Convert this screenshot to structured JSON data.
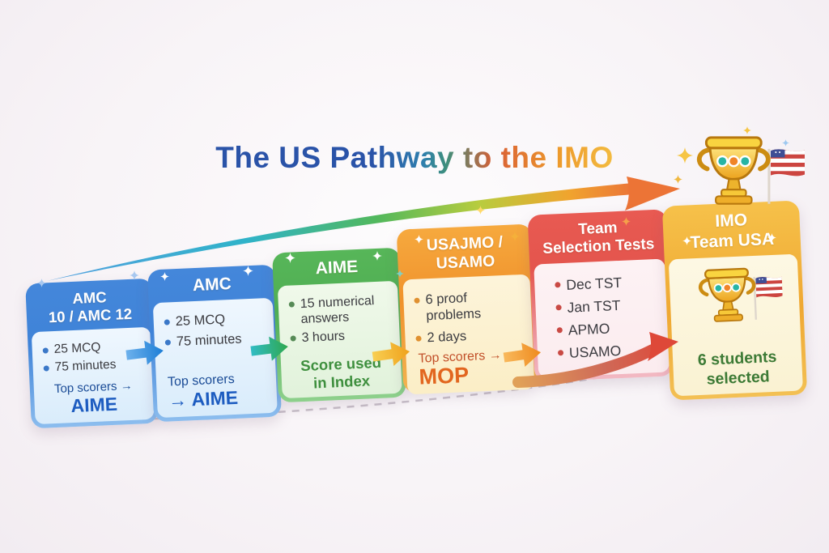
{
  "title": "The US Pathway to the IMO",
  "cards": [
    {
      "id": "amc-10-12",
      "title_lines": [
        "AMC",
        "10 / AMC 12"
      ],
      "bullets": [
        "25 MCQ",
        "75 minutes"
      ],
      "footer_lines": [
        "Top scorers →",
        "AIME"
      ]
    },
    {
      "id": "amc",
      "title_lines": [
        "AMC"
      ],
      "bullets": [
        "25 MCQ",
        "75 minutes"
      ],
      "footer_lines": [
        "Top scorers",
        "→ AIME"
      ]
    },
    {
      "id": "aime",
      "title_lines": [
        "AIME"
      ],
      "bullets": [
        "15 numerical answers",
        "3 hours"
      ],
      "footer_lines": [
        "Score used",
        "in Index"
      ]
    },
    {
      "id": "usajmo-usamo",
      "title_lines": [
        "USAJMO /",
        "USAMO"
      ],
      "bullets": [
        "6 proof problems",
        "2 days"
      ],
      "footer_lines": [
        "Top scorers →",
        "MOP"
      ]
    },
    {
      "id": "team-selection-tests",
      "title_lines": [
        "Team",
        "Selection Tests"
      ],
      "bullets": [
        "Dec TST",
        "Jan TST",
        "APMO",
        "USAMO"
      ],
      "footer_lines": []
    },
    {
      "id": "imo-team-usa",
      "title_lines": [
        "IMO",
        "Team USA"
      ],
      "bullets": [],
      "footer_lines": [
        "6 students",
        "selected"
      ]
    }
  ],
  "palette": {
    "background": "#f8f4f7",
    "card_blue": "#4185d9",
    "card_green": "#55b457",
    "card_orange": "#f0932f",
    "card_red": "#e2554e",
    "card_gold": "#f2b33c",
    "title_blue": "#2a53a8",
    "title_orange": "#ed9a2c",
    "arrow_red": "#de4838",
    "highlight_green": "#3c7a35"
  },
  "icons": {
    "trophy": "trophy-icon",
    "us_flag": "us-flag-icon",
    "sparkle": "sparkle-icon",
    "arrow_right": "arrow-right-icon",
    "rainbow_arrow": "rainbow-arrow-icon"
  }
}
